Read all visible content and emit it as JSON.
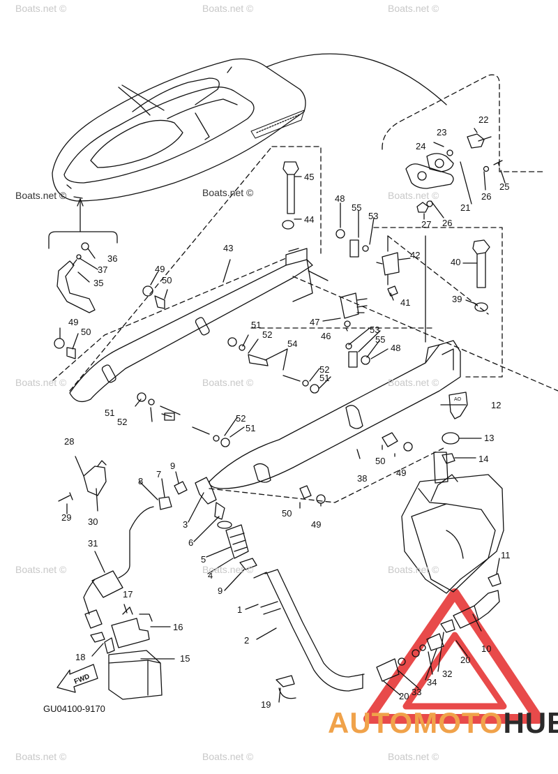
{
  "diagram": {
    "code": "GU04100-9170",
    "fwd_label": "FWD",
    "stamp_text": "AO",
    "watermark": "Boats.net ©",
    "logo": {
      "part_a": "AUTOMOTO",
      "part_b": "HUB",
      "color_a": "#f0a24a",
      "color_b": "#2a2a2a",
      "triangle_color": "#e84a4a"
    },
    "colors": {
      "line": "#111111",
      "watermark": "#c8c8c8"
    },
    "callouts": [
      {
        "n": "1"
      },
      {
        "n": "2"
      },
      {
        "n": "3"
      },
      {
        "n": "4"
      },
      {
        "n": "5"
      },
      {
        "n": "6"
      },
      {
        "n": "7"
      },
      {
        "n": "8"
      },
      {
        "n": "9"
      },
      {
        "n": "9"
      },
      {
        "n": "10"
      },
      {
        "n": "11"
      },
      {
        "n": "12"
      },
      {
        "n": "13"
      },
      {
        "n": "14"
      },
      {
        "n": "15"
      },
      {
        "n": "16"
      },
      {
        "n": "17"
      },
      {
        "n": "18"
      },
      {
        "n": "19"
      },
      {
        "n": "20"
      },
      {
        "n": "20"
      },
      {
        "n": "21"
      },
      {
        "n": "22"
      },
      {
        "n": "23"
      },
      {
        "n": "24"
      },
      {
        "n": "25"
      },
      {
        "n": "26"
      },
      {
        "n": "26"
      },
      {
        "n": "27"
      },
      {
        "n": "28"
      },
      {
        "n": "29"
      },
      {
        "n": "30"
      },
      {
        "n": "31"
      },
      {
        "n": "32"
      },
      {
        "n": "33"
      },
      {
        "n": "34"
      },
      {
        "n": "35"
      },
      {
        "n": "36"
      },
      {
        "n": "37"
      },
      {
        "n": "38"
      },
      {
        "n": "39"
      },
      {
        "n": "40"
      },
      {
        "n": "41"
      },
      {
        "n": "42"
      },
      {
        "n": "43"
      },
      {
        "n": "44"
      },
      {
        "n": "45"
      },
      {
        "n": "46"
      },
      {
        "n": "47"
      },
      {
        "n": "48"
      },
      {
        "n": "48"
      },
      {
        "n": "49"
      },
      {
        "n": "49"
      },
      {
        "n": "49"
      },
      {
        "n": "49"
      },
      {
        "n": "50"
      },
      {
        "n": "50"
      },
      {
        "n": "50"
      },
      {
        "n": "50"
      },
      {
        "n": "51"
      },
      {
        "n": "51"
      },
      {
        "n": "51"
      },
      {
        "n": "51"
      },
      {
        "n": "52"
      },
      {
        "n": "52"
      },
      {
        "n": "52"
      },
      {
        "n": "52"
      },
      {
        "n": "53"
      },
      {
        "n": "53"
      },
      {
        "n": "54"
      },
      {
        "n": "55"
      },
      {
        "n": "55"
      }
    ]
  }
}
